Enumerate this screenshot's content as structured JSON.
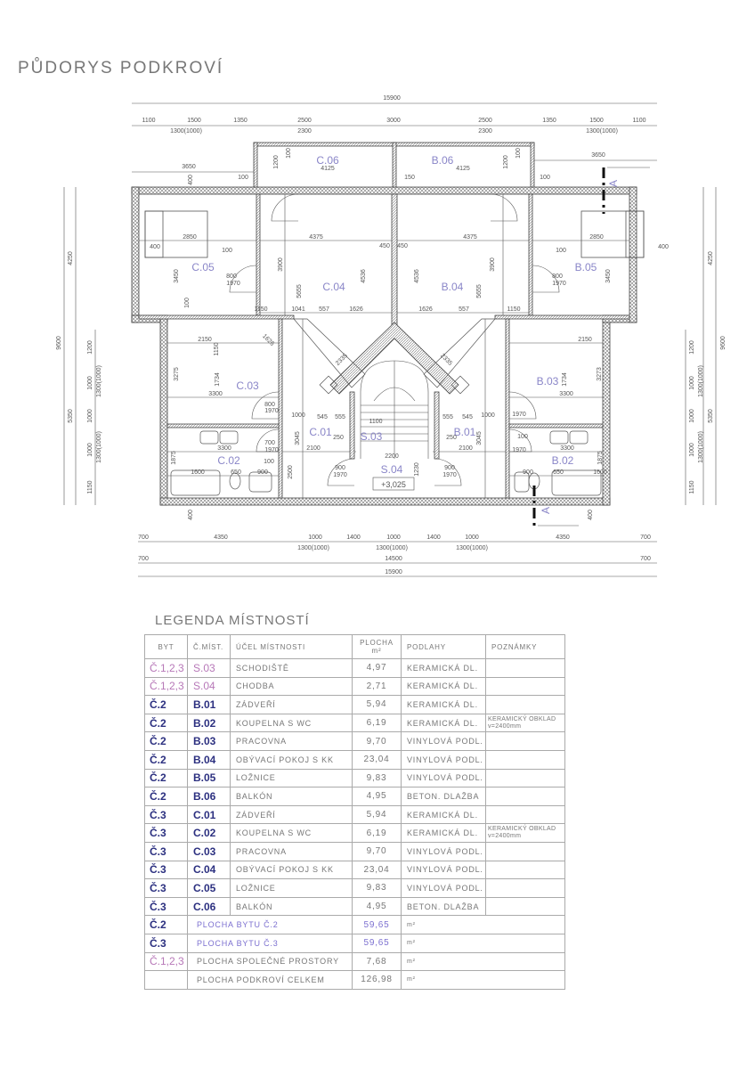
{
  "title": "PŮDORYS PODKROVÍ",
  "plan": {
    "rooms": [
      "C.06",
      "B.06",
      "C.05",
      "C.04",
      "B.04",
      "B.05",
      "C.03",
      "B.03",
      "C.01",
      "B.01",
      "S.03",
      "S.04",
      "C.02",
      "B.02"
    ],
    "level": "+3,025",
    "section_marker": "A",
    "dimensions": [
      "15900",
      "1100",
      "1500",
      "1350",
      "2500",
      "3000",
      "2500",
      "1350",
      "1500",
      "1100",
      "1300(1000)",
      "2300",
      "2300",
      "1300(1000)",
      "3650",
      "4125",
      "4125",
      "3650",
      "100",
      "150",
      "100",
      "1200",
      "100",
      "1200",
      "100",
      "400",
      "700",
      "4350",
      "1000",
      "1400",
      "1000",
      "1400",
      "1000",
      "4350",
      "700",
      "1300(1000)",
      "1300(1000)",
      "1300(1000)",
      "700",
      "14500",
      "700",
      "15900",
      "9600",
      "4250",
      "5350",
      "1200",
      "1000",
      "1300(1000)",
      "1000",
      "1000",
      "1300(1000)",
      "1150",
      "4250",
      "9600",
      "5350",
      "1200",
      "1000",
      "1300(1000)",
      "1000",
      "1000",
      "1300(1000)",
      "1150",
      "2850",
      "400",
      "100",
      "3450",
      "800",
      "1970",
      "4375",
      "450",
      "3900",
      "5655",
      "4536",
      "1150",
      "1041",
      "557",
      "1626",
      "100",
      "2150",
      "1150",
      "1626",
      "3275",
      "1734",
      "3300",
      "800",
      "1970",
      "1000",
      "545",
      "555",
      "2100",
      "250",
      "3045",
      "3300",
      "1875",
      "1600",
      "650",
      "900",
      "700",
      "1970",
      "100",
      "2500",
      "400",
      "900",
      "1970",
      "2200",
      "1100",
      "1230",
      "2335",
      "2850",
      "400",
      "100",
      "3450",
      "800",
      "1970",
      "4375",
      "450",
      "3900",
      "5655",
      "4536",
      "1626",
      "557",
      "1150",
      "2150",
      "3273",
      "1734",
      "3300",
      "1970",
      "1000",
      "555",
      "545",
      "2100",
      "250",
      "3045",
      "3300",
      "1875",
      "1600",
      "650",
      "900",
      "1970",
      "100",
      "400",
      "900",
      "1970",
      "2335"
    ]
  },
  "legend": {
    "title": "LEGENDA MÍSTNOSTÍ",
    "headers": {
      "byt": "BYT",
      "room_no": "Č.MÍST.",
      "purpose": "ÚČEL MÍSTNOSTI",
      "area": "PLOCHA",
      "area_unit": "m²",
      "floor": "PODLAHY",
      "notes": "POZNÁMKY"
    },
    "rows": [
      {
        "byt": "Č.1,2,3",
        "code": "S.03",
        "purpose": "SCHODIŠTĚ",
        "area": "4,97",
        "floor": "KERAMICKÁ DL.",
        "note": ""
      },
      {
        "byt": "Č.1,2,3",
        "code": "S.04",
        "purpose": "CHODBA",
        "area": "2,71",
        "floor": "KERAMICKÁ DL.",
        "note": ""
      },
      {
        "byt": "Č.2",
        "code": "B.01",
        "purpose": "ZÁDVEŘÍ",
        "area": "5,94",
        "floor": "KERAMICKÁ DL.",
        "note": ""
      },
      {
        "byt": "Č.2",
        "code": "B.02",
        "purpose": "KOUPELNA S WC",
        "area": "6,19",
        "floor": "KERAMICKÁ DL.",
        "note": "KERAMICKÝ OBKLAD v=2400mm"
      },
      {
        "byt": "Č.2",
        "code": "B.03",
        "purpose": "PRACOVNA",
        "area": "9,70",
        "floor": "VINYLOVÁ PODL.",
        "note": ""
      },
      {
        "byt": "Č.2",
        "code": "B.04",
        "purpose": "OBÝVACÍ POKOJ S KK",
        "area": "23,04",
        "floor": "VINYLOVÁ PODL.",
        "note": ""
      },
      {
        "byt": "Č.2",
        "code": "B.05",
        "purpose": "LOŽNICE",
        "area": "9,83",
        "floor": "VINYLOVÁ PODL.",
        "note": ""
      },
      {
        "byt": "Č.2",
        "code": "B.06",
        "purpose": "BALKÓN",
        "area": "4,95",
        "floor": "BETON. DLAŽBA",
        "note": ""
      },
      {
        "byt": "Č.3",
        "code": "C.01",
        "purpose": "ZÁDVEŘÍ",
        "area": "5,94",
        "floor": "KERAMICKÁ DL.",
        "note": ""
      },
      {
        "byt": "Č.3",
        "code": "C.02",
        "purpose": "KOUPELNA S WC",
        "area": "6,19",
        "floor": "KERAMICKÁ DL.",
        "note": "KERAMICKÝ OBKLAD v=2400mm"
      },
      {
        "byt": "Č.3",
        "code": "C.03",
        "purpose": "PRACOVNA",
        "area": "9,70",
        "floor": "VINYLOVÁ PODL.",
        "note": ""
      },
      {
        "byt": "Č.3",
        "code": "C.04",
        "purpose": "OBÝVACÍ POKOJ S KK",
        "area": "23,04",
        "floor": "VINYLOVÁ PODL.",
        "note": ""
      },
      {
        "byt": "Č.3",
        "code": "C.05",
        "purpose": "LOŽNICE",
        "area": "9,83",
        "floor": "VINYLOVÁ PODL.",
        "note": ""
      },
      {
        "byt": "Č.3",
        "code": "C.06",
        "purpose": "BALKÓN",
        "area": "4,95",
        "floor": "BETON. DLAŽBA",
        "note": ""
      }
    ],
    "summary": [
      {
        "byt": "Č.2",
        "label": "PLOCHA BYTU Č.2",
        "area": "59,65",
        "unit": "m²"
      },
      {
        "byt": "Č.3",
        "label": "PLOCHA BYTU Č.3",
        "area": "59,65",
        "unit": "m²"
      },
      {
        "byt": "Č.1,2,3",
        "label": "PLOCHA SPOLEČNÉ PROSTORY",
        "area": "7,68",
        "unit": "m²"
      },
      {
        "byt": "",
        "label": "PLOCHA PODKROVÍ CELKEM",
        "area": "126,98",
        "unit": "m²"
      }
    ],
    "colors": {
      "apartment_code": "#2c3080",
      "common_code": "#b778b8",
      "summary_label": "#7c70d0",
      "room_label": "#8a86c8"
    }
  }
}
